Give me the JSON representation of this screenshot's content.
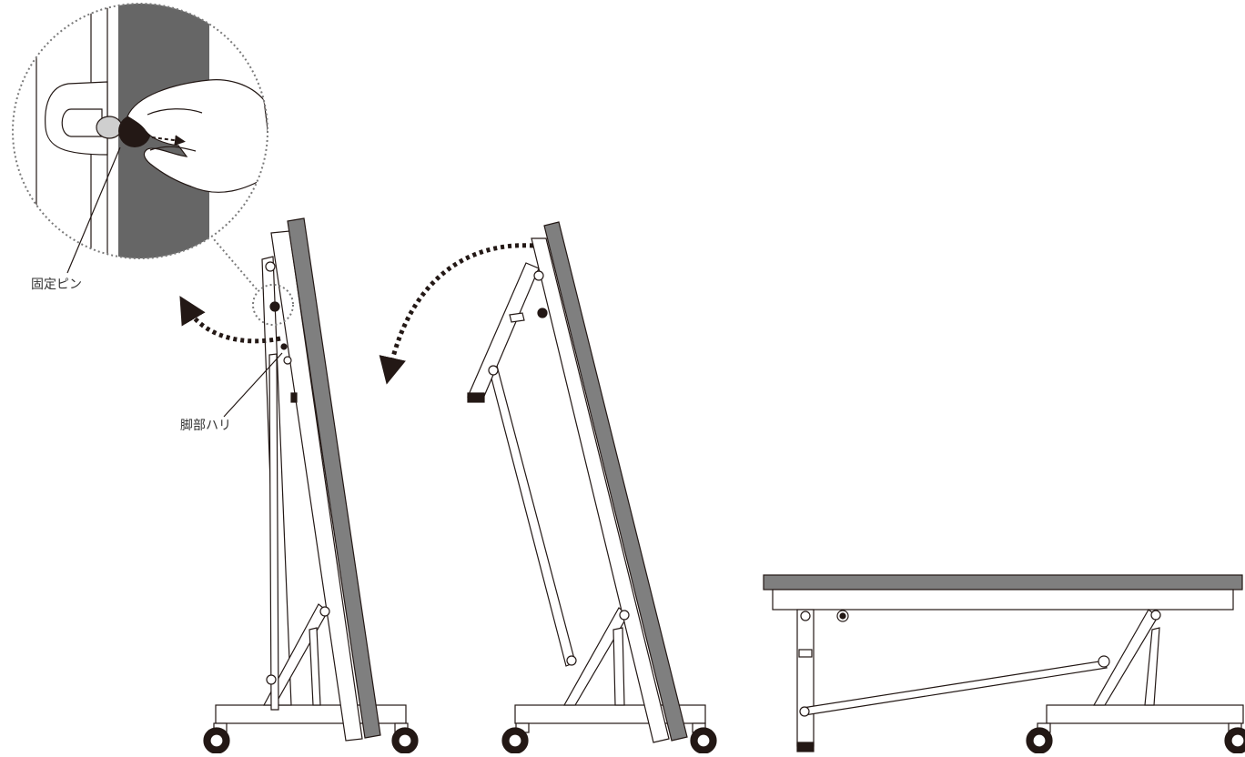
{
  "labels": {
    "fixing_pin": "固定ピン",
    "leg_beam": "脚部ハリ"
  },
  "colors": {
    "tabletop": "#7f7f7f",
    "line": "#231815",
    "fill": "#ffffff",
    "dotted": "#7a7a7a",
    "arrow": "#231815"
  },
  "steps": [
    {
      "name": "table-upright-locked"
    },
    {
      "name": "table-tilting-folding"
    },
    {
      "name": "table-unfolded-flat"
    }
  ]
}
